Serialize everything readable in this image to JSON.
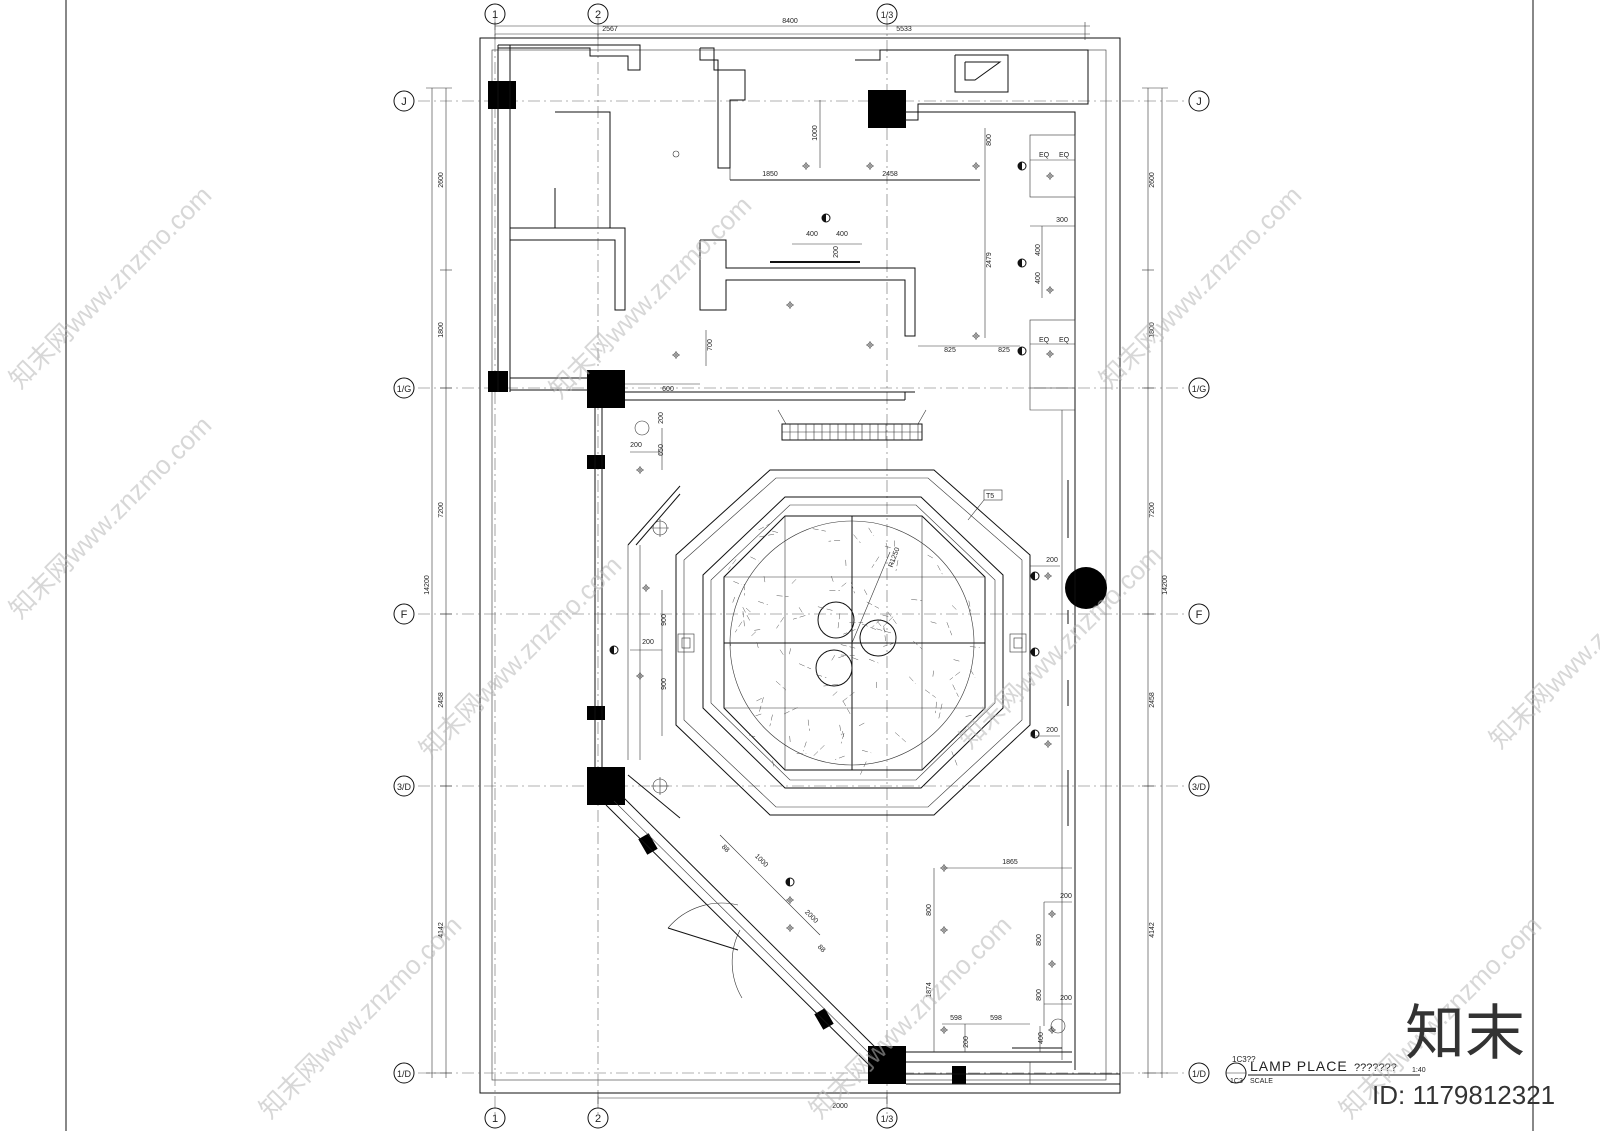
{
  "axes": {
    "top": [
      "1",
      "2",
      "1/3"
    ],
    "bottom": [
      "1",
      "2",
      "1/3"
    ],
    "left": [
      "J",
      "1/G",
      "F",
      "3/D",
      "1/D"
    ],
    "right": [
      "J",
      "1/G",
      "F",
      "3/D",
      "1/D"
    ]
  },
  "dimensions": {
    "top_total": "8400",
    "top_a": "2567",
    "top_b": "5533",
    "bottom_total": "2000",
    "left_total": "14200",
    "left_segments": [
      "2600",
      "1800",
      "7200",
      "2458",
      "4142"
    ],
    "right_total": "14200",
    "right_segments": [
      "2600",
      "1800",
      "7200",
      "2458",
      "4142"
    ],
    "inner": {
      "d1850": "1850",
      "d2458": "2458",
      "d1000": "1000",
      "d800": "800",
      "d2479": "2479",
      "d400a": "400",
      "d400b": "400",
      "d200a": "200",
      "d700": "700",
      "d825a": "825",
      "d825b": "825",
      "d600": "600",
      "d300": "300",
      "d400c": "400",
      "d400d": "400",
      "eq1": "EQ",
      "eq2": "EQ",
      "eq3": "EQ",
      "eq4": "EQ",
      "d200b": "200",
      "d650": "650",
      "d200c": "200",
      "d900a": "900",
      "d200d": "200",
      "d900b": "900",
      "d200e": "200",
      "d200f": "200",
      "d1865": "1865",
      "d200g": "200",
      "d800b": "800",
      "d800c": "800",
      "d1874": "1874",
      "d200h": "200",
      "d598a": "598",
      "d598b": "598",
      "d200i": "200",
      "d400e": "400",
      "d1000b": "1000",
      "d2000": "2000",
      "d88a": "88",
      "d88b": "88",
      "d800d": "800",
      "r1250": "R1250"
    }
  },
  "tag_t5": "T5",
  "title": {
    "code_top": "1C3??",
    "main": "LAMP PLACE",
    "suffix": "???????",
    "code_bottom": "1C3",
    "scale_label": "SCALE",
    "scale_value": "1:40"
  },
  "watermark": {
    "site": "知末网www.znzmo.com",
    "logo": "知末",
    "id": "ID: 1179812321"
  }
}
